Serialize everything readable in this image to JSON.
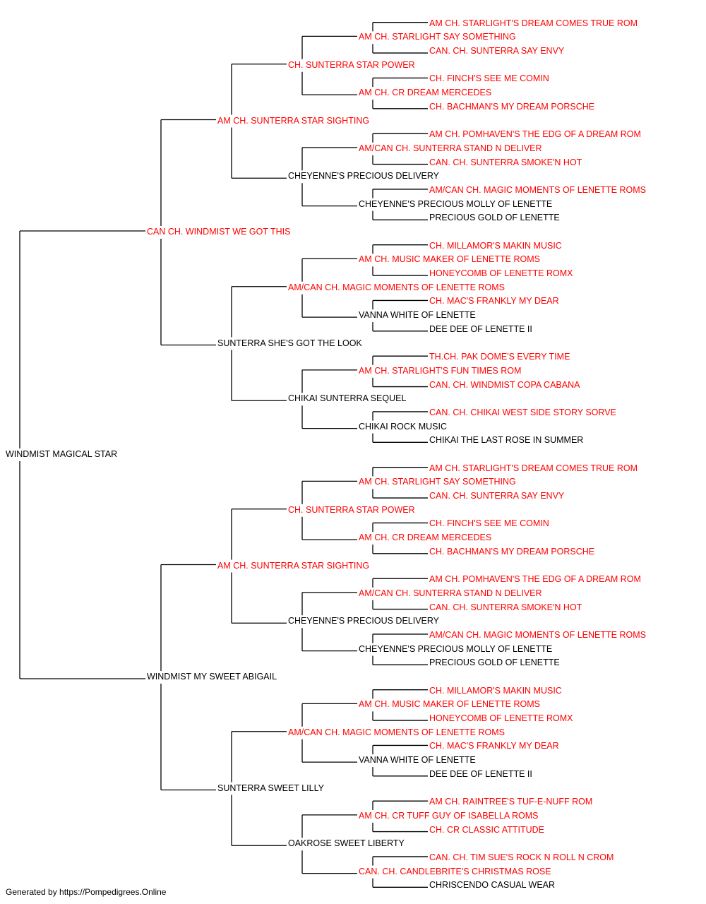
{
  "footer": "Generated by https://Pompedigrees.Online",
  "colors": {
    "champion": "#ff0000",
    "normal": "#000000",
    "line": "#000000"
  },
  "tree": {
    "name": "WINDMIST MAGICAL STAR",
    "champ": false,
    "sire": {
      "name": "CAN CH. WINDMIST WE GOT THIS",
      "champ": true,
      "sire": {
        "name": "AM CH. SUNTERRA STAR SIGHTING",
        "champ": true,
        "sire": {
          "name": "CH. SUNTERRA STAR POWER",
          "champ": true,
          "sire": {
            "name": "AM CH. STARLIGHT SAY SOMETHING",
            "champ": true,
            "sire": {
              "name": "AM CH. STARLIGHT'S DREAM COMES TRUE ROM",
              "champ": true
            },
            "dam": {
              "name": "CAN. CH. SUNTERRA SAY ENVY",
              "champ": true
            }
          },
          "dam": {
            "name": "AM CH. CR DREAM MERCEDES",
            "champ": true,
            "sire": {
              "name": "CH. FINCH'S SEE ME COMIN",
              "champ": true
            },
            "dam": {
              "name": "CH. BACHMAN'S MY DREAM PORSCHE",
              "champ": true
            }
          }
        },
        "dam": {
          "name": "CHEYENNE'S PRECIOUS DELIVERY",
          "champ": false,
          "sire": {
            "name": "AM/CAN CH. SUNTERRA STAND N DELIVER",
            "champ": true,
            "sire": {
              "name": "AM CH. POMHAVEN'S THE EDG OF A DREAM ROM",
              "champ": true
            },
            "dam": {
              "name": "CAN. CH. SUNTERRA SMOKE'N HOT",
              "champ": true
            }
          },
          "dam": {
            "name": "CHEYENNE'S PRECIOUS MOLLY OF LENETTE",
            "champ": false,
            "sire": {
              "name": "AM/CAN CH. MAGIC MOMENTS OF LENETTE ROMS",
              "champ": true
            },
            "dam": {
              "name": "PRECIOUS GOLD OF LENETTE",
              "champ": false
            }
          }
        }
      },
      "dam": {
        "name": "SUNTERRA SHE'S GOT THE LOOK",
        "champ": false,
        "sire": {
          "name": "AM/CAN CH. MAGIC MOMENTS OF LENETTE ROMS",
          "champ": true,
          "sire": {
            "name": "AM CH. MUSIC MAKER OF LENETTE ROMS",
            "champ": true,
            "sire": {
              "name": "CH. MILLAMOR'S MAKIN MUSIC",
              "champ": true
            },
            "dam": {
              "name": "HONEYCOMB OF LENETTE ROMX",
              "champ": true
            }
          },
          "dam": {
            "name": "VANNA WHITE OF LENETTE",
            "champ": false,
            "sire": {
              "name": "CH. MAC'S FRANKLY MY DEAR",
              "champ": true
            },
            "dam": {
              "name": "DEE DEE OF LENETTE II",
              "champ": false
            }
          }
        },
        "dam": {
          "name": "CHIKAI SUNTERRA SEQUEL",
          "champ": false,
          "sire": {
            "name": "AM CH. STARLIGHT'S FUN TIMES ROM",
            "champ": true,
            "sire": {
              "name": "TH.CH. PAK DOME'S EVERY TIME",
              "champ": true
            },
            "dam": {
              "name": "CAN. CH. WINDMIST COPA CABANA",
              "champ": true
            }
          },
          "dam": {
            "name": "CHIKAI ROCK MUSIC",
            "champ": false,
            "sire": {
              "name": "CAN. CH. CHIKAI WEST SIDE STORY SORVE",
              "champ": true
            },
            "dam": {
              "name": "CHIKAI THE LAST ROSE IN SUMMER",
              "champ": false
            }
          }
        }
      }
    },
    "dam": {
      "name": "WINDMIST MY SWEET ABIGAIL",
      "champ": false,
      "sire": {
        "name": "AM CH. SUNTERRA STAR SIGHTING",
        "champ": true,
        "sire": {
          "name": "CH. SUNTERRA STAR POWER",
          "champ": true,
          "sire": {
            "name": "AM CH. STARLIGHT SAY SOMETHING",
            "champ": true,
            "sire": {
              "name": "AM CH. STARLIGHT'S DREAM COMES TRUE ROM",
              "champ": true
            },
            "dam": {
              "name": "CAN. CH. SUNTERRA SAY ENVY",
              "champ": true
            }
          },
          "dam": {
            "name": "AM CH. CR DREAM MERCEDES",
            "champ": true,
            "sire": {
              "name": "CH. FINCH'S SEE ME COMIN",
              "champ": true
            },
            "dam": {
              "name": "CH. BACHMAN'S MY DREAM PORSCHE",
              "champ": true
            }
          }
        },
        "dam": {
          "name": "CHEYENNE'S PRECIOUS DELIVERY",
          "champ": false,
          "sire": {
            "name": "AM/CAN CH. SUNTERRA STAND N DELIVER",
            "champ": true,
            "sire": {
              "name": "AM CH. POMHAVEN'S THE EDG OF A DREAM ROM",
              "champ": true
            },
            "dam": {
              "name": "CAN. CH. SUNTERRA SMOKE'N HOT",
              "champ": true
            }
          },
          "dam": {
            "name": "CHEYENNE'S PRECIOUS MOLLY OF LENETTE",
            "champ": false,
            "sire": {
              "name": "AM/CAN CH. MAGIC MOMENTS OF LENETTE ROMS",
              "champ": true
            },
            "dam": {
              "name": "PRECIOUS GOLD OF LENETTE",
              "champ": false
            }
          }
        }
      },
      "dam": {
        "name": "SUNTERRA SWEET LILLY",
        "champ": false,
        "sire": {
          "name": "AM/CAN CH. MAGIC MOMENTS OF LENETTE ROMS",
          "champ": true,
          "sire": {
            "name": "AM CH. MUSIC MAKER OF LENETTE ROMS",
            "champ": true,
            "sire": {
              "name": "CH. MILLAMOR'S MAKIN MUSIC",
              "champ": true
            },
            "dam": {
              "name": "HONEYCOMB OF LENETTE ROMX",
              "champ": true
            }
          },
          "dam": {
            "name": "VANNA WHITE OF LENETTE",
            "champ": false,
            "sire": {
              "name": "CH. MAC'S FRANKLY MY DEAR",
              "champ": true
            },
            "dam": {
              "name": "DEE DEE OF LENETTE II",
              "champ": false
            }
          }
        },
        "dam": {
          "name": "OAKROSE SWEET LIBERTY",
          "champ": false,
          "sire": {
            "name": "AM CH. CR TUFF GUY OF ISABELLA ROMS",
            "champ": true,
            "sire": {
              "name": "AM CH. RAINTREE'S TUF-E-NUFF ROM",
              "champ": true
            },
            "dam": {
              "name": "CH. CR CLASSIC ATTITUDE",
              "champ": true
            }
          },
          "dam": {
            "name": "CAN. CH. CANDLEBRITE'S CHRISTMAS ROSE",
            "champ": true,
            "sire": {
              "name": "CAN. CH. TIM SUE'S ROCK N ROLL N CROM",
              "champ": true
            },
            "dam": {
              "name": "CHRISCENDO CASUAL WEAR",
              "champ": false
            }
          }
        }
      }
    }
  }
}
